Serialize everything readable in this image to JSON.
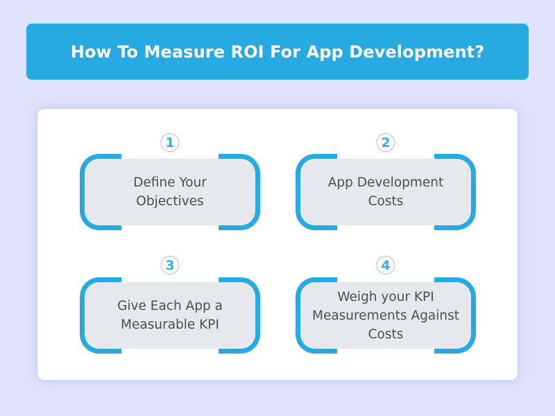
{
  "title": "How To Measure ROI For App Development?",
  "colors": {
    "background": "#dfe3fc",
    "accent": "#27a9e1",
    "box_fill": "#e6e8ee",
    "text": "#4a4d55",
    "number": "#3aaee3"
  },
  "steps": [
    {
      "number": "1",
      "lines": [
        "Define Your",
        "Objectives"
      ]
    },
    {
      "number": "2",
      "lines": [
        "App Development",
        "Costs"
      ]
    },
    {
      "number": "3",
      "lines": [
        "Give Each App a",
        "Measurable KPI"
      ]
    },
    {
      "number": "4",
      "lines": [
        "Weigh your KPI",
        "Measurements Against",
        "Costs"
      ]
    }
  ]
}
